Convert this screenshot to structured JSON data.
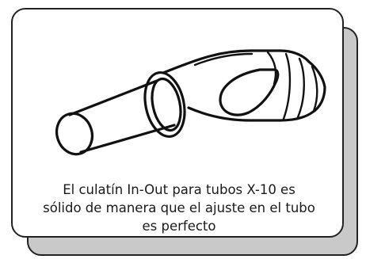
{
  "caption": {
    "lines": [
      "El culatín In-Out  para  tubos X-10 es",
      "sólido de manera que el ajuste en el tubo",
      "es perfecto"
    ]
  },
  "illustration": {
    "subject": "in-out-tip-icon"
  }
}
